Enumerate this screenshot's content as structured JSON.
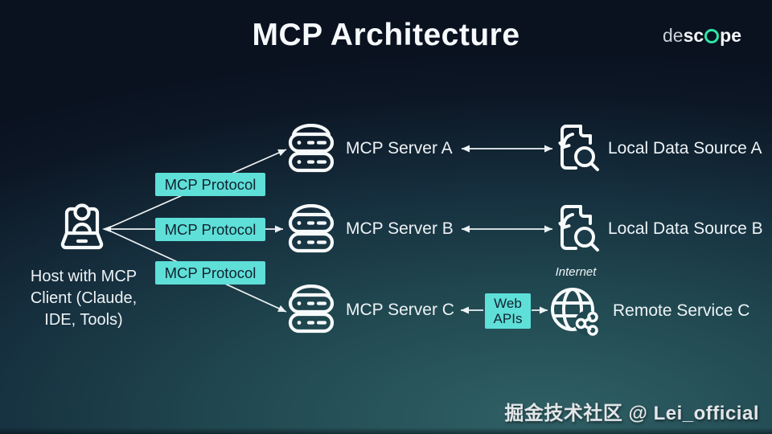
{
  "title": "MCP Architecture",
  "logo": {
    "part_light": "de",
    "part_bold1": "sc",
    "part_bold2": "pe"
  },
  "host": {
    "label": "Host with MCP\nClient (Claude,\nIDE, Tools)"
  },
  "protocol_boxes": [
    {
      "label": "MCP Protocol"
    },
    {
      "label": "MCP Protocol"
    },
    {
      "label": "MCP Protocol"
    }
  ],
  "servers": [
    {
      "label": "MCP Server A"
    },
    {
      "label": "MCP Server B"
    },
    {
      "label": "MCP Server C"
    }
  ],
  "data_sources": [
    {
      "label": "Local Data Source A"
    },
    {
      "label": "Local Data Source B"
    }
  ],
  "remote": {
    "internet_label": "Internet",
    "web_apis_label": "Web\nAPIs",
    "service_label": "Remote Service C"
  },
  "watermark": "掘金技术社区 @ Lei_official",
  "colors": {
    "accent_cyan": "#5EDFD8",
    "logo_teal": "#2FE6A8",
    "box_text": "#10222E",
    "text": "#EEF3F6",
    "background_dark": "#0A1220",
    "background_teal": "#2F6065"
  }
}
